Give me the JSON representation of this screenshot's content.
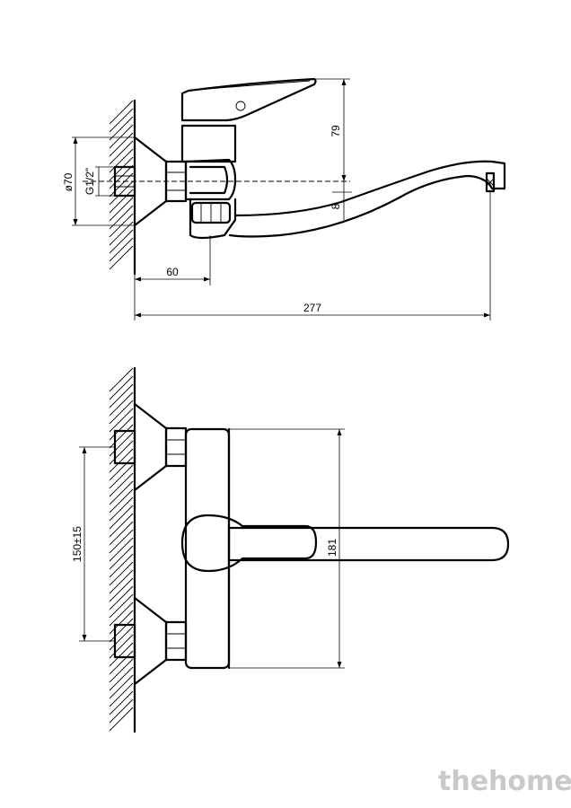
{
  "side_view": {
    "dim_height_handle": "79",
    "dim_offset": "8",
    "dim_diameter": "ø70",
    "dim_thread": "G1/2\"",
    "dim_wall_to_body": "60",
    "dim_total_length": "277"
  },
  "top_view": {
    "dim_center_distance": "150±15",
    "dim_width": "181"
  },
  "watermark": "thehome",
  "colors": {
    "line": "#000000",
    "watermark": "#c9c9c9",
    "background": "#ffffff"
  }
}
